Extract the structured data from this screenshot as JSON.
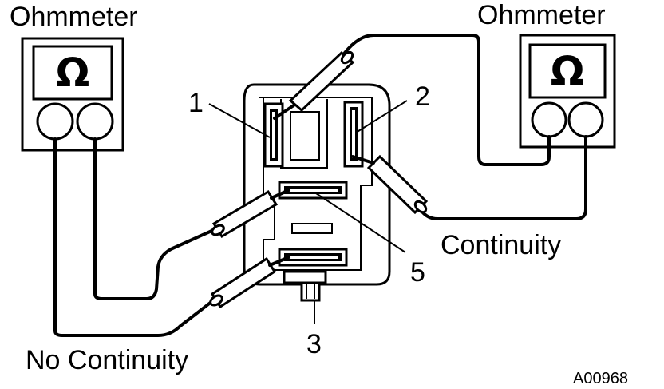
{
  "labels": {
    "left_meter_title": "Ohmmeter",
    "right_meter_title": "Ohmmeter",
    "ohm_symbol_left": "Ω",
    "ohm_symbol_right": "Ω",
    "terminal_1": "1",
    "terminal_2": "2",
    "terminal_3": "3",
    "terminal_5": "5",
    "continuity": "Continuity",
    "no_continuity": "No Continuity",
    "figure_code": "A00968"
  },
  "icons": {
    "meter": "ohmmeter-icon",
    "relay": "relay-icon",
    "probe": "test-probe-icon"
  },
  "colors": {
    "ink": "#000000",
    "paper": "#ffffff"
  }
}
